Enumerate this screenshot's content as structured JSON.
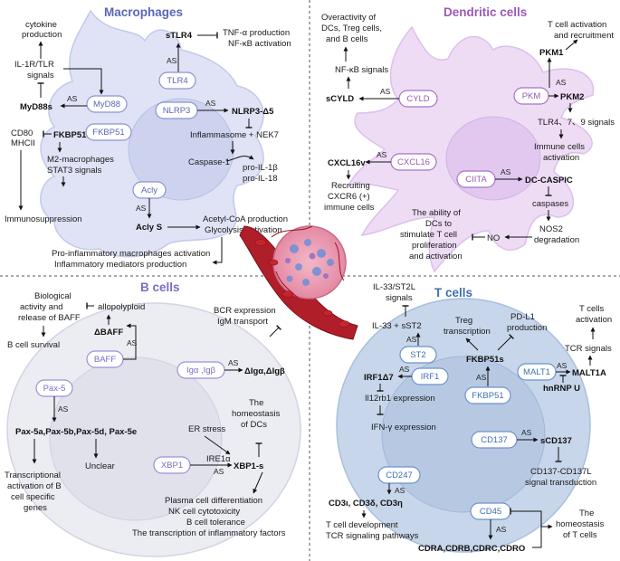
{
  "colors": {
    "macrophage": "#5a66b6",
    "dendritic": "#9b59b6",
    "bcell": "#7b6cc4",
    "tcell": "#3f6fb0",
    "macro_cell_fill": "#dfe3f5",
    "dc_cell_fill": "#eedcf5",
    "bcell_fill": "#ececf3",
    "tcell_fill": "#c7d6ea"
  },
  "panels": {
    "macrophages": {
      "title": "Macrophages",
      "labels": {
        "myd88": "MyD88",
        "tlr4": "TLR4",
        "nlrp3": "NLRP3",
        "fkbp51": "FKBP51",
        "acly": "Acly",
        "cytokine": "cytokine",
        "production": "production",
        "il1r": "IL-1R/TLR",
        "signals": "signals",
        "myd88s": "MyD88s",
        "stlr4": "sTLR4",
        "tnf": "TNF-α production",
        "nfkb_act": "NF-κB activation",
        "nlrp3d5": "NLRP3-Δ5",
        "inflammasome": "Inflammasome + NEK7",
        "caspase1": "Caspase-1",
        "pro_il1b": "pro-IL-1β",
        "pro_il18": "pro-IL-18",
        "cd80": "CD80",
        "mhcii": "MHCII",
        "fkbp51s": "FKBP51s",
        "m2": "M2-macrophages",
        "stat3": "STAT3 signals",
        "immunosuppression": "Immunosuppression",
        "aclys": "Acly S",
        "acetyl": "Acetyl-CoA production",
        "glycolysis": "Glycolysis activation",
        "proinf1": "Pro-inflammatory macrophages activation",
        "proinf2": "Inflammatory mediators production",
        "as": "AS"
      }
    },
    "dendritic": {
      "title": "Dendritic cells",
      "labels": {
        "cyld": "CYLD",
        "pkm": "PKM",
        "cxcl16": "CXCL16",
        "ciita": "CIITA",
        "over1": "Overactivity of",
        "over2": "DCs, Treg cells,",
        "over3": "and B cells",
        "nfkb_sig": "NF-κB signals",
        "scyld": "sCYLD",
        "pkm1": "PKM1",
        "tcell_act1": "T cell activation",
        "tcell_act2": "and recruitment",
        "pkm2": "PKM2",
        "tlr_sig": "TLR4、7、9 signals",
        "immune_act1": "Immune cells",
        "immune_act2": "activation",
        "cxcl16v": "CXCL16v",
        "recruit1": "Recruiting",
        "recruit2": "CXCR6 (+)",
        "recruit3": "immune cells",
        "dccaspic": "DC-CASPIC",
        "caspases": "caspases",
        "nos2": "NOS2",
        "degradation": "degradation",
        "no": "NO",
        "ability1": "The ability of",
        "ability2": "DCs to",
        "ability3": "stimulate T cell",
        "ability4": "proliferation",
        "ability5": "and activation",
        "as": "AS"
      }
    },
    "bcells": {
      "title": "B cells",
      "labels": {
        "baff": "BAFF",
        "pax5": "Pax-5",
        "iga": "Igα ,Igβ",
        "xbp1": "XBP1",
        "bio1": "Biological",
        "bio2": "activity and",
        "bio3": "release of BAFF",
        "allopoly": "allopolyploid",
        "dbaff": "ΔBAFF",
        "bsurv": "B cell survival",
        "bcr": "BCR expression",
        "igm": "IgM transport",
        "dalg": "ΔIgα,ΔIgβ",
        "pax5a": "Pax-5a,Pax-5b,Pax-5d, Pax-5e",
        "trans1": "Transcriptional",
        "trans2": "activation of B",
        "trans3": "cell specific",
        "trans4": "genes",
        "unclear": "Unclear",
        "er": "ER stress",
        "ire1": "IRE1α",
        "xbp1s": "XBP1-s",
        "homeo1": "The",
        "homeo2": "homeostasis",
        "homeo3": "of DCs",
        "pc": "Plasma cell differentiation",
        "nk": "NK cell cytotoxicity",
        "tol": "B cell tolerance",
        "tif": "The transcription of inflammatory factors",
        "as": "AS"
      }
    },
    "tcells": {
      "title": "T cells",
      "labels": {
        "st2": "ST2",
        "irf1": "IRF1",
        "fkbp51": "FKBP51",
        "malt1": "MALT1",
        "cd137": "CD137",
        "cd247": "CD247",
        "cd45": "CD45",
        "il33sig1": "IL-33/ST2L",
        "il33sig2": "signals",
        "il33": "IL-33 + sST2",
        "treg1": "Treg",
        "treg2": "transcription",
        "pdl1a": "PD-L1",
        "pdl1b": "production",
        "fkbp51s": "FKBP51s",
        "tact1": "T cells",
        "tact2": "activation",
        "tcr": "TCR signals",
        "malt1a": "MALT1A",
        "hnrnpu": "hnRNP U",
        "irf1d7": "IRF1Δ7",
        "il12": "Il12rb1 expression",
        "ifng": "IFN-γ expression",
        "scd137": "sCD137",
        "cd137l1": "CD137-CD137L",
        "cd137l2": "signal transduction",
        "cd3": "CD3ι, CD3δ, CD3η",
        "tdev1": "T cell development",
        "tdev2": "TCR signaling pathways",
        "cdra": "CDRA,CDRB,CDRC,CDRO",
        "homeo1": "The",
        "homeo2": "homeostasis",
        "homeo3": "of T cells",
        "as": "AS"
      }
    }
  }
}
